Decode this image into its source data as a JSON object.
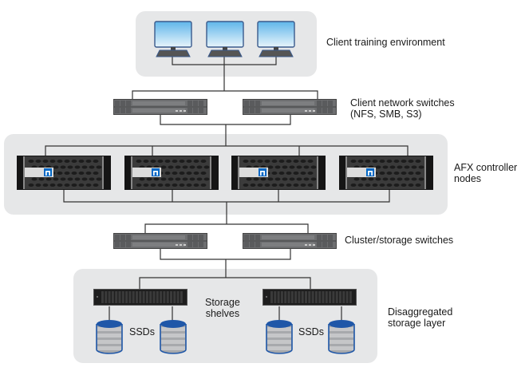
{
  "diagram": {
    "layers": [
      {
        "id": "clients",
        "label": "Client training environment",
        "device": "monitor-icon",
        "count": 3
      },
      {
        "id": "client-switches",
        "label": "Client network switches\n(NFS, SMB, S3)",
        "device": "network-switch-icon",
        "count": 2
      },
      {
        "id": "controllers",
        "label": "AFX controller\nnodes",
        "device": "controller-node-icon",
        "count": 4
      },
      {
        "id": "cluster-switches",
        "label": "Cluster/storage switches",
        "device": "network-switch-icon",
        "count": 2
      },
      {
        "id": "storage",
        "label": "Disaggregated\nstorage layer",
        "device": "storage-shelf-icon",
        "count": 2
      }
    ],
    "storage_shelves_label": "Storage\nshelves",
    "ssd_label": "SSDs",
    "ssd_groups": [
      {
        "label": "SSDs",
        "disks": 2
      },
      {
        "label": "SSDs",
        "disks": 2
      }
    ],
    "colors": {
      "layer_background": "#e6e7e8",
      "wire": "#333333",
      "monitor_frame": "#3a5a8c",
      "monitor_screen_top": "#5fb6ea",
      "monitor_screen_bottom": "#e8f4fb",
      "switch_body": "#6d6e70",
      "controller_body": "#3b3b3b",
      "logo_blue": "#0067c5",
      "disk_blue": "#1f57a8",
      "disk_gray": "#a7a9ac"
    }
  }
}
